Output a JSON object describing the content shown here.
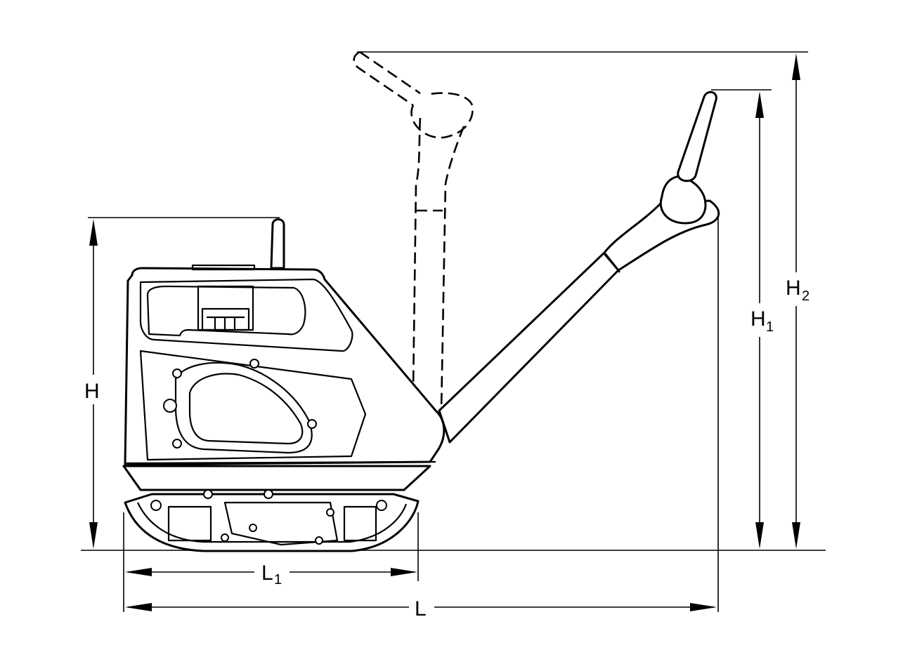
{
  "diagram": {
    "dimensions": {
      "H": {
        "letter": "H",
        "sub": ""
      },
      "H1": {
        "letter": "H",
        "sub": "1"
      },
      "H2": {
        "letter": "H",
        "sub": "2"
      },
      "L": {
        "letter": "L",
        "sub": ""
      },
      "L1": {
        "letter": "L",
        "sub": "1"
      }
    }
  }
}
